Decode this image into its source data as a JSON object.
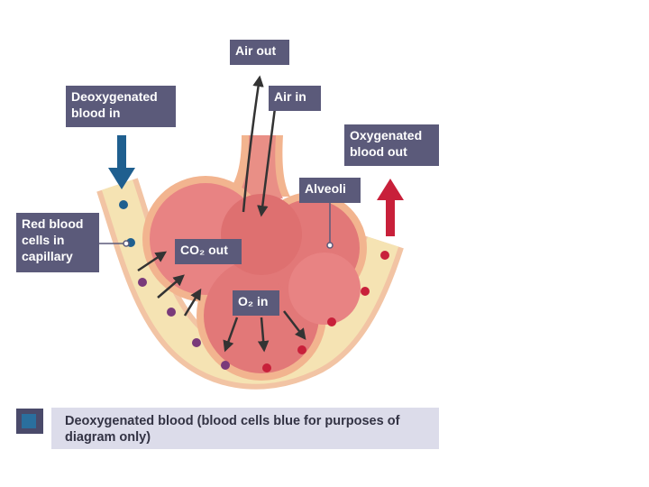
{
  "labels": {
    "air_out": "Air out",
    "air_in": "Air in",
    "deoxygenated_in": [
      "Deoxygenated",
      "blood in"
    ],
    "oxygenated_out": [
      "Oxygenated",
      "blood out"
    ],
    "alveoli": "Alveoli",
    "red_blood_cells": [
      "Red blood",
      "cells in",
      "capillary"
    ],
    "co2_out": "CO₂ out",
    "o2_in": "O₂ in"
  },
  "legend": {
    "text": "Deoxygenated blood (blood cells blue for purposes of diagram only)"
  },
  "colors": {
    "label_bg": "#5b5a7a",
    "capillary": "#f5e3b3",
    "capillary_edge": "#f2c4a4",
    "alveolus": "#e88383",
    "alveolus_dark": "#de7070",
    "blood_blue": "#1f5f8f",
    "blood_purple": "#7a3a7a",
    "blood_red": "#c8203a",
    "arrow_blue": "#1f5f8f",
    "arrow_red": "#c8203a"
  }
}
